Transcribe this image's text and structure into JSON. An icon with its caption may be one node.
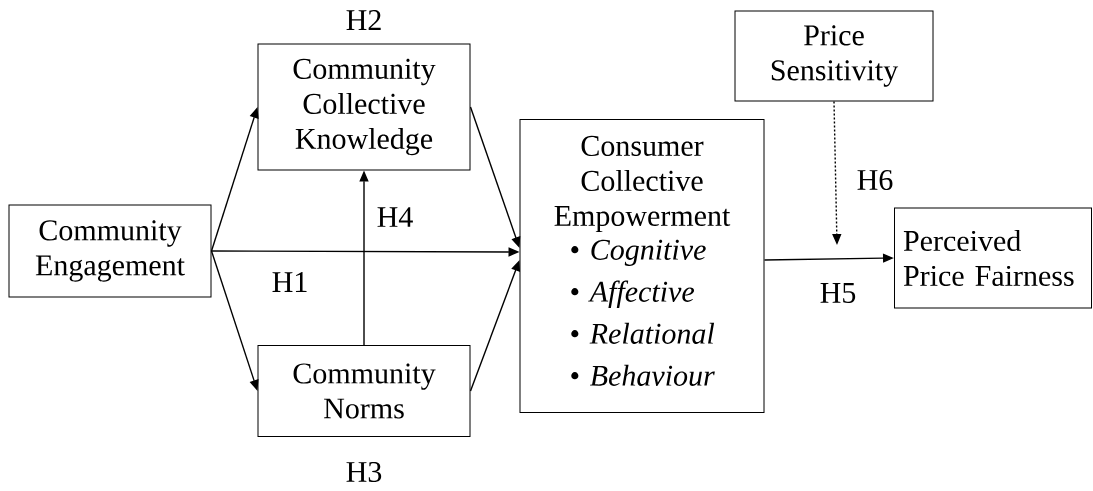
{
  "diagram": {
    "nodes": [
      {
        "text": [
          "Community Engagement"
        ]
      },
      {
        "text": [
          "Community Collective Knowledge"
        ],
        "beside": [
          "H2"
        ]
      },
      {
        "text": [
          "Community Norms"
        ],
        "beside": [
          "H3"
        ]
      },
      {
        "text": [
          "Consumer Collective Empowerment",
          "• Cognitive",
          "• Affective",
          "• Relational",
          "• Behaviour"
        ]
      },
      {
        "text": [
          "Price Sensitivity"
        ]
      },
      {
        "text": [
          "Perceived Price Fairness"
        ]
      }
    ],
    "edges": [
      {
        "from": 0,
        "to": 1,
        "arrow": "to"
      },
      {
        "from": 0,
        "to": 2,
        "arrow": "to"
      },
      {
        "from": 0,
        "to": 3,
        "arrow": "to",
        "label": "H1"
      },
      {
        "from": 2,
        "to": 1,
        "arrow": "to",
        "label": "H4"
      },
      {
        "from": 1,
        "to": 3,
        "arrow": "to"
      },
      {
        "from": 2,
        "to": 3,
        "arrow": "to"
      },
      {
        "from": 3,
        "to": 5,
        "arrow": "to",
        "label": "H5"
      },
      {
        "from": 4,
        "to": null,
        "arrow": "to",
        "label": "H6",
        "style": "dashed"
      }
    ]
  }
}
